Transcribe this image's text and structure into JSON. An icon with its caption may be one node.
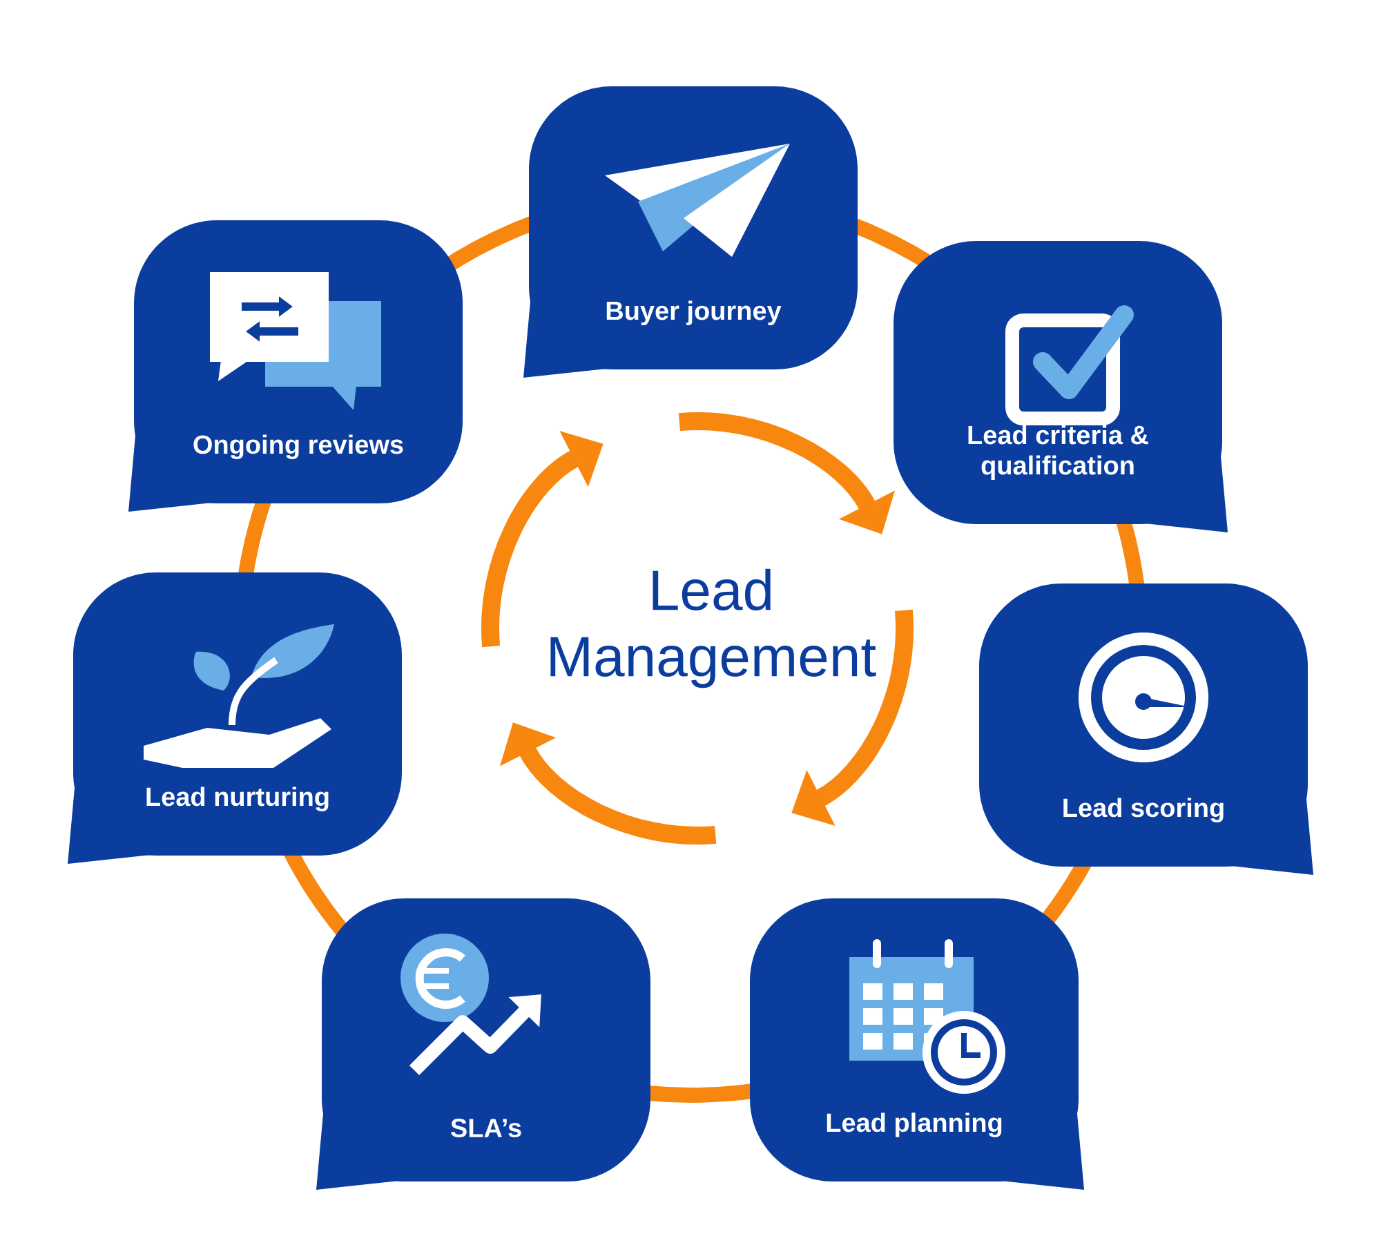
{
  "diagram": {
    "nodes": [
      {
        "text": [
          "Buyer journey"
        ]
      },
      {
        "text": [
          "Ongoing reviews"
        ]
      },
      {
        "text": [
          "Lead criteria & qualification"
        ]
      },
      {
        "text": [
          "Lead scoring"
        ]
      },
      {
        "text": [
          "Lead nurturing"
        ]
      },
      {
        "text": [
          "SLA’s"
        ]
      },
      {
        "text": [
          "Lead planning"
        ]
      }
    ],
    "labels": [
      "Lead Management"
    ]
  }
}
